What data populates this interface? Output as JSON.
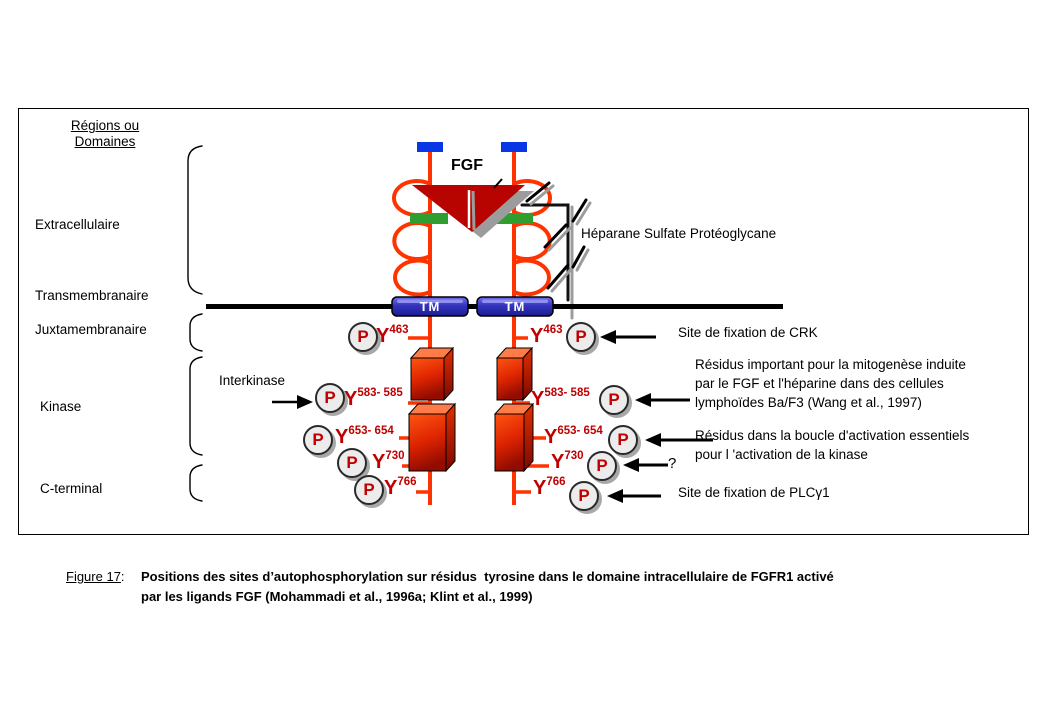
{
  "regions": {
    "header_line1": "Régions ou",
    "header_line2": "Domaines",
    "extracellular": "Extracellulaire",
    "transmembrane": "Transmembranaire",
    "juxtamembrane": "Juxtamembranaire",
    "kinase": "Kinase",
    "c_terminal": "C-terminal"
  },
  "receptor": {
    "fgf_label": "FGF",
    "tm_label": "TM",
    "interkinase_label": "Interkinase",
    "hspg_label": "Héparane Sulfate Protéoglycane"
  },
  "phosphate": "P",
  "sites": [
    {
      "y": "Y",
      "num": "463"
    },
    {
      "y": "Y",
      "num": "583- 585"
    },
    {
      "y": "Y",
      "num": "653- 654"
    },
    {
      "y": "Y",
      "num": "730"
    },
    {
      "y": "Y",
      "num": "766"
    }
  ],
  "annotations": {
    "crk": "Site de fixation de CRK",
    "mitogenesis_line1": "Résidus important pour la mitogenèse induite",
    "mitogenesis_line2": "par le FGF et l'héparine dans des cellules",
    "mitogenesis_line3": "lymphoïdes Ba/F3 (Wang et al., 1997)",
    "activation_line1": "Résidus dans la boucle d'activation essentiels",
    "activation_line2": "pour l 'activation de la kinase",
    "question_mark": "?",
    "plc": "Site de fixation de PLCγ1"
  },
  "caption": {
    "label": "Figure 17",
    "separator": ":",
    "line1": "Positions des sites d’autophosphorylation sur résidus  tyrosine dans le domaine intracellulaire de FGFR1 activé",
    "line2": "par les ligands FGF (Mohammadi et al., 1996a; Klint et al., 1999)"
  },
  "colors": {
    "chain_orange": "#ff3300",
    "site_red": "#c00000",
    "fgf_triangle_red": "#b80400",
    "acid_box_green": "#2f9e2f",
    "cap_blue": "#0937e6",
    "tm_blue": "#3a3ac0",
    "membrane_black": "#000000",
    "shadow_gray": "#9c9c9c",
    "badge_gray": "#ececec"
  }
}
